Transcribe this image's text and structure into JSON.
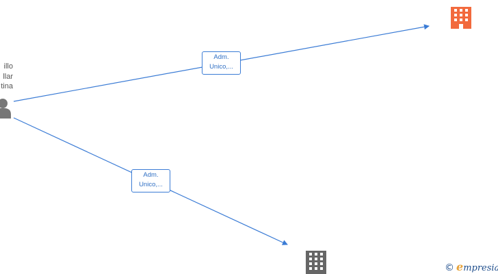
{
  "person": {
    "name_lines": [
      "illo",
      "llar",
      "tina"
    ],
    "icon": "person-icon",
    "color": "#777777"
  },
  "companies": [
    {
      "icon": "building-icon",
      "color": "#f26a3d"
    },
    {
      "icon": "building-icon",
      "color": "#666666"
    }
  ],
  "edges": [
    {
      "label_lines": [
        "Adm.",
        "Unico,..."
      ],
      "color": "#3a7bd5"
    },
    {
      "label_lines": [
        "Adm.",
        "Unico,..."
      ],
      "color": "#3a7bd5"
    }
  ],
  "watermark": {
    "copyright_symbol": "©",
    "brand_first": "e",
    "brand_rest": "mpresia"
  }
}
